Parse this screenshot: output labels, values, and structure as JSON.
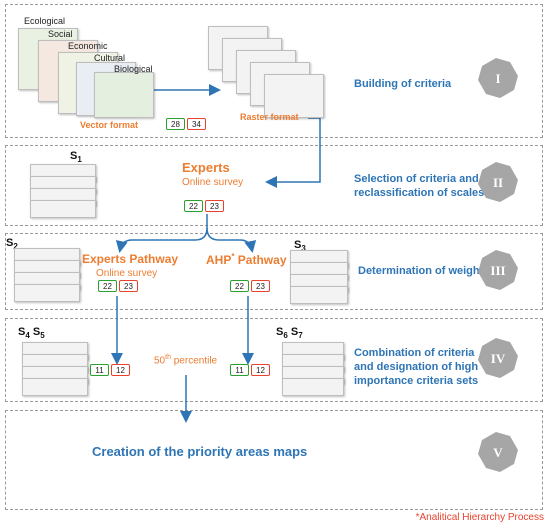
{
  "layers": {
    "ecological": "Ecological",
    "social": "Social",
    "economic": "Economic",
    "cultural": "Cultural",
    "biological": "Biological"
  },
  "formats": {
    "vector": "Vector format",
    "raster": "Raster format"
  },
  "steps": [
    {
      "numeral": "I",
      "title": "Building of criteria"
    },
    {
      "numeral": "II",
      "title_lines": [
        "Selection of criteria and",
        "reclassification of scales"
      ]
    },
    {
      "numeral": "III",
      "title": "Determination of weights"
    },
    {
      "numeral": "IV",
      "title_lines": [
        "Combination of criteria",
        "and designation of high",
        "importance criteria sets"
      ]
    },
    {
      "numeral": "V",
      "title": ""
    }
  ],
  "experts": {
    "title": "Experts",
    "subtitle": "Online survey"
  },
  "experts_pathway": {
    "title": "Experts Pathway",
    "subtitle": "Online survey"
  },
  "ahp_pathway": {
    "title_pre": "AHP",
    "title_sup": "*",
    "title_post": " Pathway"
  },
  "badges": {
    "b1": [
      "28",
      "34"
    ],
    "b2": [
      "22",
      "23"
    ],
    "b3": [
      "22",
      "23"
    ],
    "b4": [
      "22",
      "23"
    ],
    "b5": [
      "11",
      "12"
    ],
    "b6": [
      "11",
      "12"
    ]
  },
  "scenarios": {
    "s1": {
      "base": "S",
      "sub": "1"
    },
    "s2": {
      "base": "S",
      "sub": "2"
    },
    "s3": {
      "base": "S",
      "sub": "3"
    },
    "s4": {
      "base": "S",
      "sub": "4"
    },
    "s5": {
      "base": "S",
      "sub": "5"
    },
    "s6": {
      "base": "S",
      "sub": "6"
    },
    "s7": {
      "base": "S",
      "sub": "7"
    }
  },
  "percentile": {
    "num": "50",
    "sup": "th",
    "text": " percentile"
  },
  "final_title": "Creation of the priority areas maps",
  "footnote": "*Analitical Hierarchy Process",
  "colors": {
    "blue": "#2e75b6",
    "orange": "#ed7d31",
    "green": "#2ca02c",
    "red": "#e8412e",
    "hex_gray": "#a6a6a6"
  }
}
